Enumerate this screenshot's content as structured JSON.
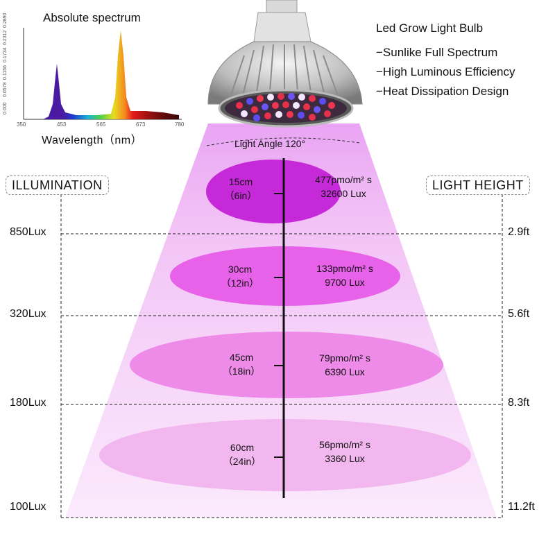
{
  "spectrum": {
    "title": "Absolute spectrum",
    "xlabel": "Wavelength（nm）",
    "xticks": [
      "350",
      "453",
      "565",
      "673",
      "780"
    ],
    "yticks": [
      "0.000",
      "0.0578",
      "0.1156",
      "0.1734",
      "0.2312",
      "0.2890"
    ]
  },
  "product": {
    "title": "Led Grow Light Bulb",
    "features": [
      "−Sunlike Full Spectrum",
      "−High Luminous Efficiency",
      "−Heat Dissipation Design"
    ]
  },
  "light_angle": "Light Angle 120°",
  "illumination_label": "ILLUMINATION",
  "height_label": "LIGHT HEIGHT",
  "levels": [
    {
      "lux": "850Lux",
      "ft": "2.9ft"
    },
    {
      "lux": "320Lux",
      "ft": "5.6ft"
    },
    {
      "lux": "180Lux",
      "ft": "8.3ft"
    },
    {
      "lux": "100Lux",
      "ft": "11.2ft"
    }
  ],
  "zones": [
    {
      "cm": "15cm",
      "in": "（6in）",
      "ppfd": "477pmo/m²  s",
      "lux": "32600 Lux"
    },
    {
      "cm": "30cm",
      "in": "（12in）",
      "ppfd": "133pmo/m²  s",
      "lux": "9700 Lux"
    },
    {
      "cm": "45cm",
      "in": "（18in）",
      "ppfd": "79pmo/m²  s",
      "lux": "6390 Lux"
    },
    {
      "cm": "60cm",
      "in": "（24in）",
      "ppfd": "56pmo/m²  s",
      "lux": "3360 Lux"
    }
  ],
  "colors": {
    "beam": "#f6c6f6",
    "zone1": "#c426d6",
    "zone2": "#e85ee8",
    "zone3": "#ee88e6",
    "zone4": "#f3b5ee"
  }
}
